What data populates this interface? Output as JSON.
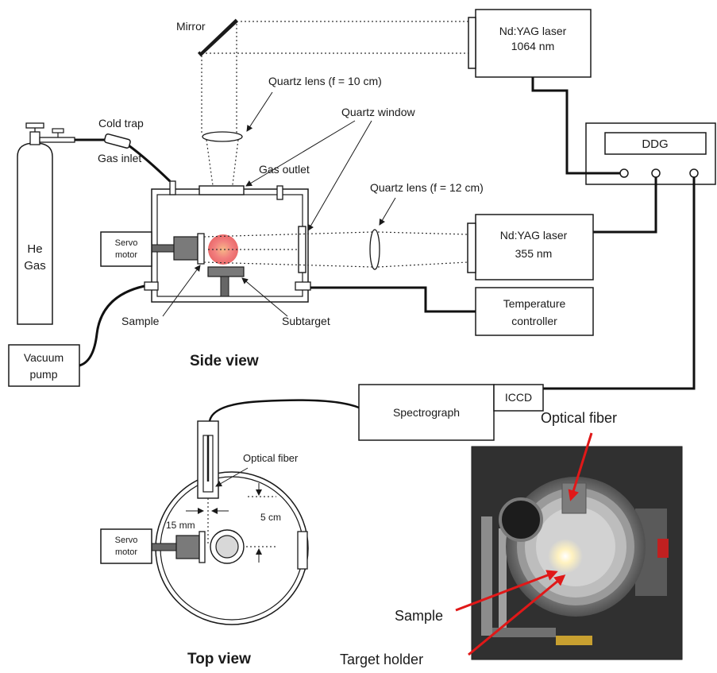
{
  "labels": {
    "mirror": "Mirror",
    "laser1064_line1": "Nd:YAG laser",
    "laser1064_line2": "1064 nm",
    "quartz_lens_10": "Quartz lens (f = 10 cm)",
    "quartz_window": "Quartz window",
    "cold_trap": "Cold trap",
    "ddg": "DDG",
    "gas_inlet": "Gas inlet",
    "gas_outlet": "Gas outlet",
    "quartz_lens_12": "Quartz lens (f = 12 cm)",
    "he_gas_line1": "He",
    "he_gas_line2": "Gas",
    "servo_motor_line1": "Servo",
    "servo_motor_line2": "motor",
    "laser355_line1": "Nd:YAG laser",
    "laser355_line2": "355 nm",
    "sample": "Sample",
    "subtarget": "Subtarget",
    "temp_controller_line1": "Temperature",
    "temp_controller_line2": "controller",
    "vacuum_pump_line1": "Vacuum",
    "vacuum_pump_line2": "pump",
    "side_view": "Side view",
    "spectrograph": "Spectrograph",
    "iccd": "ICCD",
    "optical_fiber": "Optical fiber",
    "top_servo_line1": "Servo",
    "top_servo_line2": "motor",
    "dim_15mm": "15 mm",
    "dim_5cm": "5 cm",
    "top_view": "Top view",
    "photo_optical_fiber": "Optical fiber",
    "photo_sample": "Sample",
    "photo_target_holder": "Target holder"
  },
  "colors": {
    "plasma": "#f06060",
    "plasma_center": "#f4a070",
    "laser_arrow": "#e01818",
    "line": "#1a1a1a",
    "photo_bg": "#2a2a2a"
  }
}
